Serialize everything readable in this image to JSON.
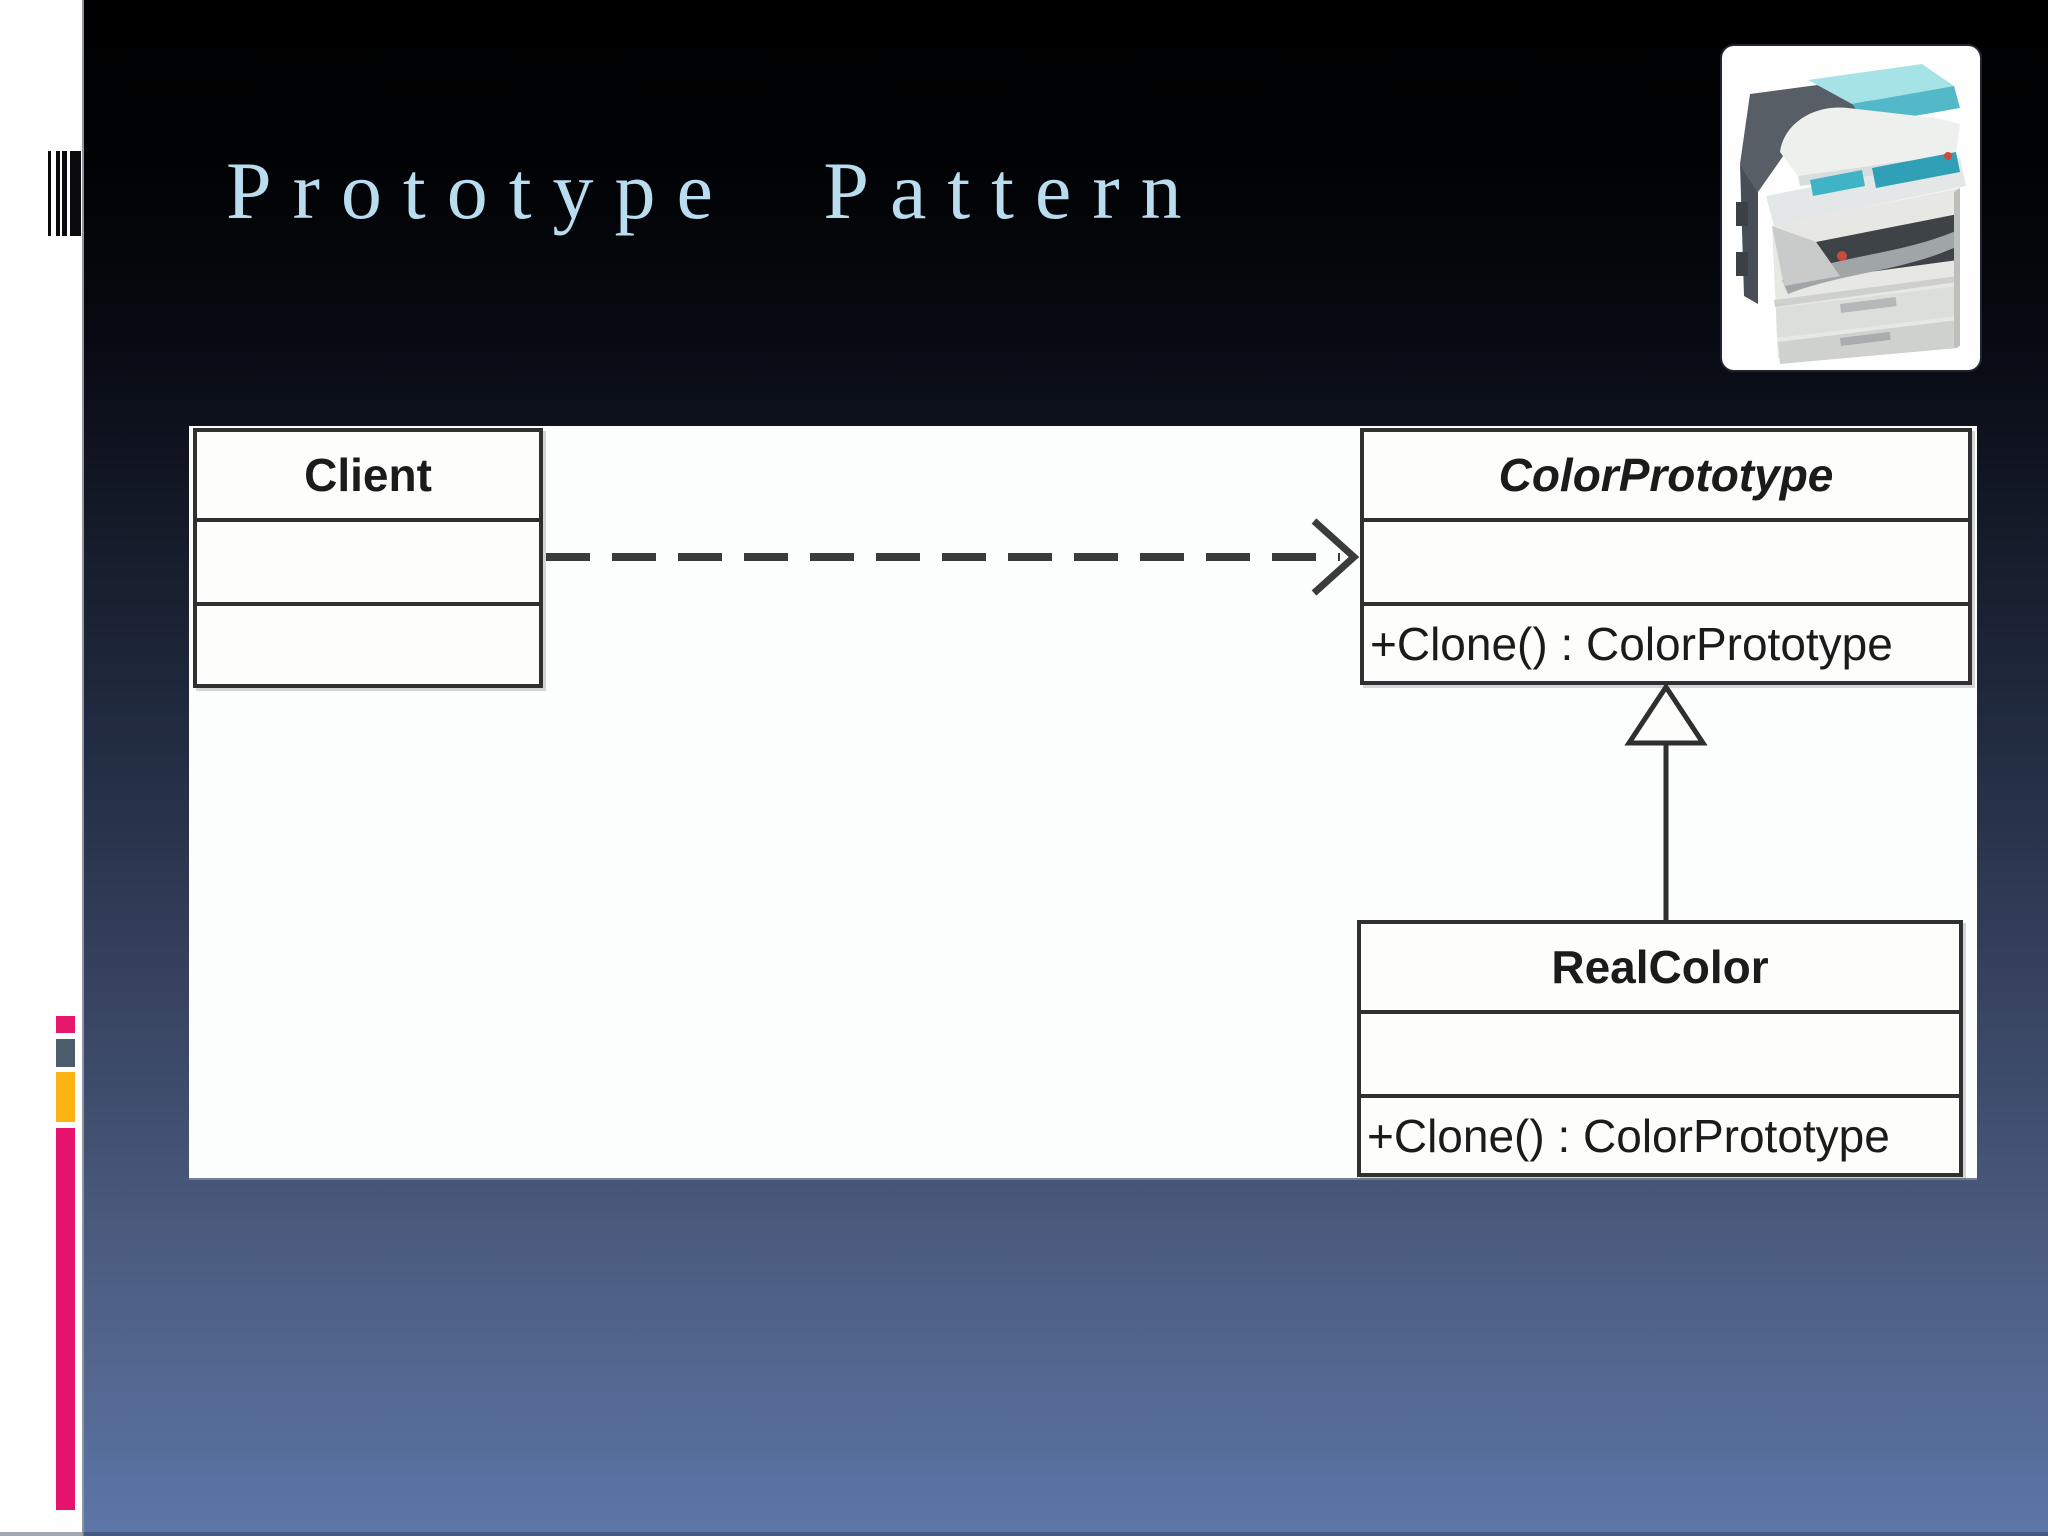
{
  "slide": {
    "title": "Prototype Pattern",
    "title_color": "#b9dcee",
    "background_top_color": "#000000",
    "background_bottom_color": "#5b76a8"
  },
  "uml": {
    "client": {
      "name": "Client",
      "attributes": "",
      "methods": ""
    },
    "color_prototype": {
      "name": "ColorPrototype",
      "attributes": "",
      "methods": "+Clone() : ColorPrototype"
    },
    "real_color": {
      "name": "RealColor",
      "attributes": "",
      "methods": "+Clone() : ColorPrototype"
    },
    "relations": [
      {
        "type": "dependency",
        "from": "Client",
        "to": "ColorPrototype",
        "style": "dashed-open-arrow"
      },
      {
        "type": "generalization",
        "from": "RealColor",
        "to": "ColorPrototype",
        "style": "solid-hollow-triangle"
      }
    ]
  },
  "decor": {
    "barcode_bar_count": 4,
    "accent_colors": {
      "pink": "#e8176e",
      "slate": "#4d5c6d",
      "amber": "#fcb413",
      "magenta": "#e5136b"
    },
    "photocopier_image": "photocopier-photo"
  }
}
